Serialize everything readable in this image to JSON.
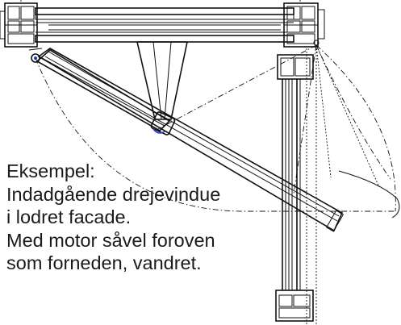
{
  "colors": {
    "line": "#111111",
    "text": "#1a1a1a",
    "accent_blue": "#2a3fd6",
    "background": "#ffffff"
  },
  "caption": {
    "line1": "Eksempel:",
    "line2": "Indadgående drejevindue",
    "line3": "i lodret facade.",
    "line4": "Med motor såvel foroven",
    "line5": "som forneden, vandret."
  }
}
